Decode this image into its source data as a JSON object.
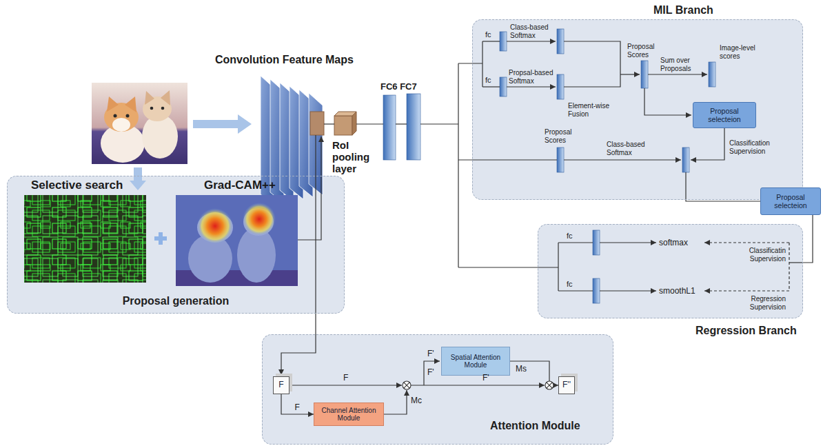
{
  "diagram": {
    "nodes": [
      {
        "text": [
          "MIL Branch"
        ]
      },
      {
        "text": [
          "Proposal selecteion"
        ],
        "in": 0
      },
      {
        "text": [
          "Proposal selecteion"
        ]
      },
      {
        "text": [
          "Regression Branch"
        ]
      },
      {
        "text": [
          "Proposal generation"
        ]
      },
      {
        "text": [
          "Attention Module"
        ]
      },
      {
        "text": [
          "F"
        ],
        "in": 5
      },
      {
        "text": [
          "Spatial Attention Module"
        ],
        "in": 5
      },
      {
        "text": [
          "Channel Attention Module"
        ],
        "in": 5
      },
      {
        "text": [
          "F''"
        ],
        "in": 5
      }
    ],
    "edges": [
      {
        "from": 2,
        "to": 3,
        "arrow": "none"
      },
      {
        "from": 6,
        "to": 8,
        "arrow": "to",
        "label": "F"
      },
      {
        "from": 7,
        "to": 9,
        "arrow": "to",
        "label": "Ms"
      }
    ],
    "labels": [
      "Convolution Feature Maps",
      "FC6 FC7",
      "RoI pooling layer",
      "fc",
      "Class-based Softmax",
      "Proposal Scores",
      "Image-level scores",
      "Sum over Proposals",
      "fc",
      "Propsal-based Softmax",
      "Element-wise Fusion",
      "Proposal Scores",
      "Classification Supervision",
      "Class-based Softmax",
      "fc",
      "softmax",
      "Classificatin Supervision",
      "fc",
      "smoothL1",
      "Regression Supervision",
      "Selective search",
      "Grad-CAM++",
      "F",
      "F'",
      "F'",
      "Mc",
      "F'"
    ]
  }
}
